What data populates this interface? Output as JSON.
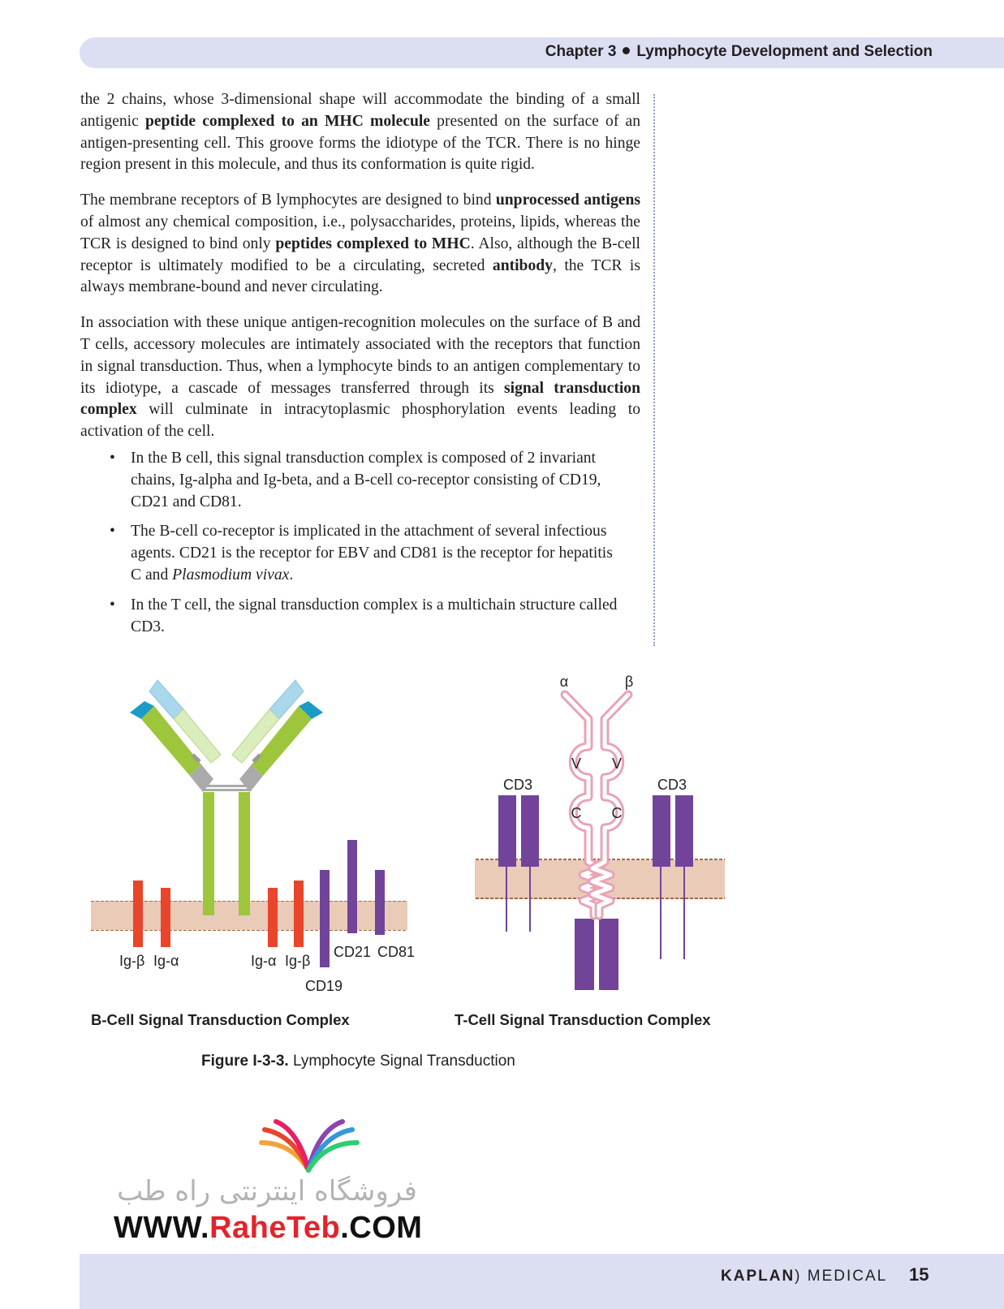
{
  "header": {
    "chapter": "Chapter 3",
    "title": "Lymphocyte Development and Selection"
  },
  "paragraphs": [
    [
      {
        "t": "the 2 chains, whose 3-dimensional shape will accommodate the binding of a small antigenic "
      },
      {
        "t": "peptide complexed to an MHC molecule",
        "b": true
      },
      {
        "t": " presented on the surface of an antigen-presenting cell. This groove forms the idiotype of the TCR. There is no hinge region present in this molecule, and thus its conformation is quite rigid."
      }
    ],
    [
      {
        "t": "The membrane receptors of B lymphocytes are designed to bind "
      },
      {
        "t": "unprocessed antigens",
        "b": true
      },
      {
        "t": " of almost any chemical composition, i.e., polysaccharides, proteins, lip­ids, whereas the TCR is designed to bind only "
      },
      {
        "t": "peptides complexed to MHC",
        "b": true
      },
      {
        "t": ". Also, although the B-cell receptor is ultimately modified to be a circulating, secreted "
      },
      {
        "t": "antibody",
        "b": true
      },
      {
        "t": ", the TCR is always membrane-bound and never circulating."
      }
    ],
    [
      {
        "t": "In association with these unique antigen-recognition molecules on the surface of B and T cells, accessory molecules are intimately associated with the receptors that function in signal transduction. Thus, when a lymphocyte binds to an anti­gen complementary to its idiotype, a cascade of messages transferred through its "
      },
      {
        "t": "signal transduction complex",
        "b": true
      },
      {
        "t": " will culminate in intracytoplasmic phosphoryla­tion events leading to activation of the cell."
      }
    ]
  ],
  "bullets": [
    [
      {
        "t": "In the B cell, this signal transduction complex is composed of 2 invari­ant chains, Ig-alpha and Ig-beta, and a B-cell co-receptor consisting of CD19, CD21 and CD81."
      }
    ],
    [
      {
        "t": "The B-cell co-receptor is implicated in the attachment of several infec­tious agents. CD21 is the receptor for EBV and CD81 is the receptor for hepatitis C and "
      },
      {
        "t": "Plasmodium vivax",
        "i": true
      },
      {
        "t": "."
      }
    ],
    [
      {
        "t": "In the T cell, the signal transduction complex is a multichain structure called CD3."
      }
    ]
  ],
  "figure": {
    "bcell": {
      "title": "B-Cell Signal Transduction Complex",
      "ig_beta_left": "Ig-β",
      "ig_alpha_left": "Ig-α",
      "ig_alpha_right": "Ig-α",
      "ig_beta_right": "Ig-β",
      "cd19": "CD19",
      "cd21": "CD21",
      "cd81": "CD81"
    },
    "tcell": {
      "title": "T-Cell Signal Transduction Complex",
      "alpha": "α",
      "beta": "β",
      "cd3_left": "CD3",
      "cd3_right": "CD3",
      "v1": "V",
      "v2": "V",
      "c1": "C",
      "c2": "C"
    },
    "caption_label": "Figure I-3-3.",
    "caption_text": " Lymphocyte Signal Transduction"
  },
  "watermark": {
    "persian": "فروشگاه اینترنتی راه طب",
    "url_prefix": "WWW.",
    "url_brand": "RaheTeb",
    "url_suffix": ".COM"
  },
  "footer": {
    "brand_bold": "KAPLAN",
    "brand_mark": ")",
    "brand_rest": " MEDICAL",
    "page_number": "15"
  },
  "colors": {
    "header_bg": "#dcdff2",
    "membrane": "#e9cbb8",
    "ig_chain": "#e8452a",
    "cd_purple": "#71449a",
    "heavy_chain_green": "#9dc63c",
    "variable_blue": "#1a9cc7",
    "tcr_pink": "#e8a4b6"
  }
}
